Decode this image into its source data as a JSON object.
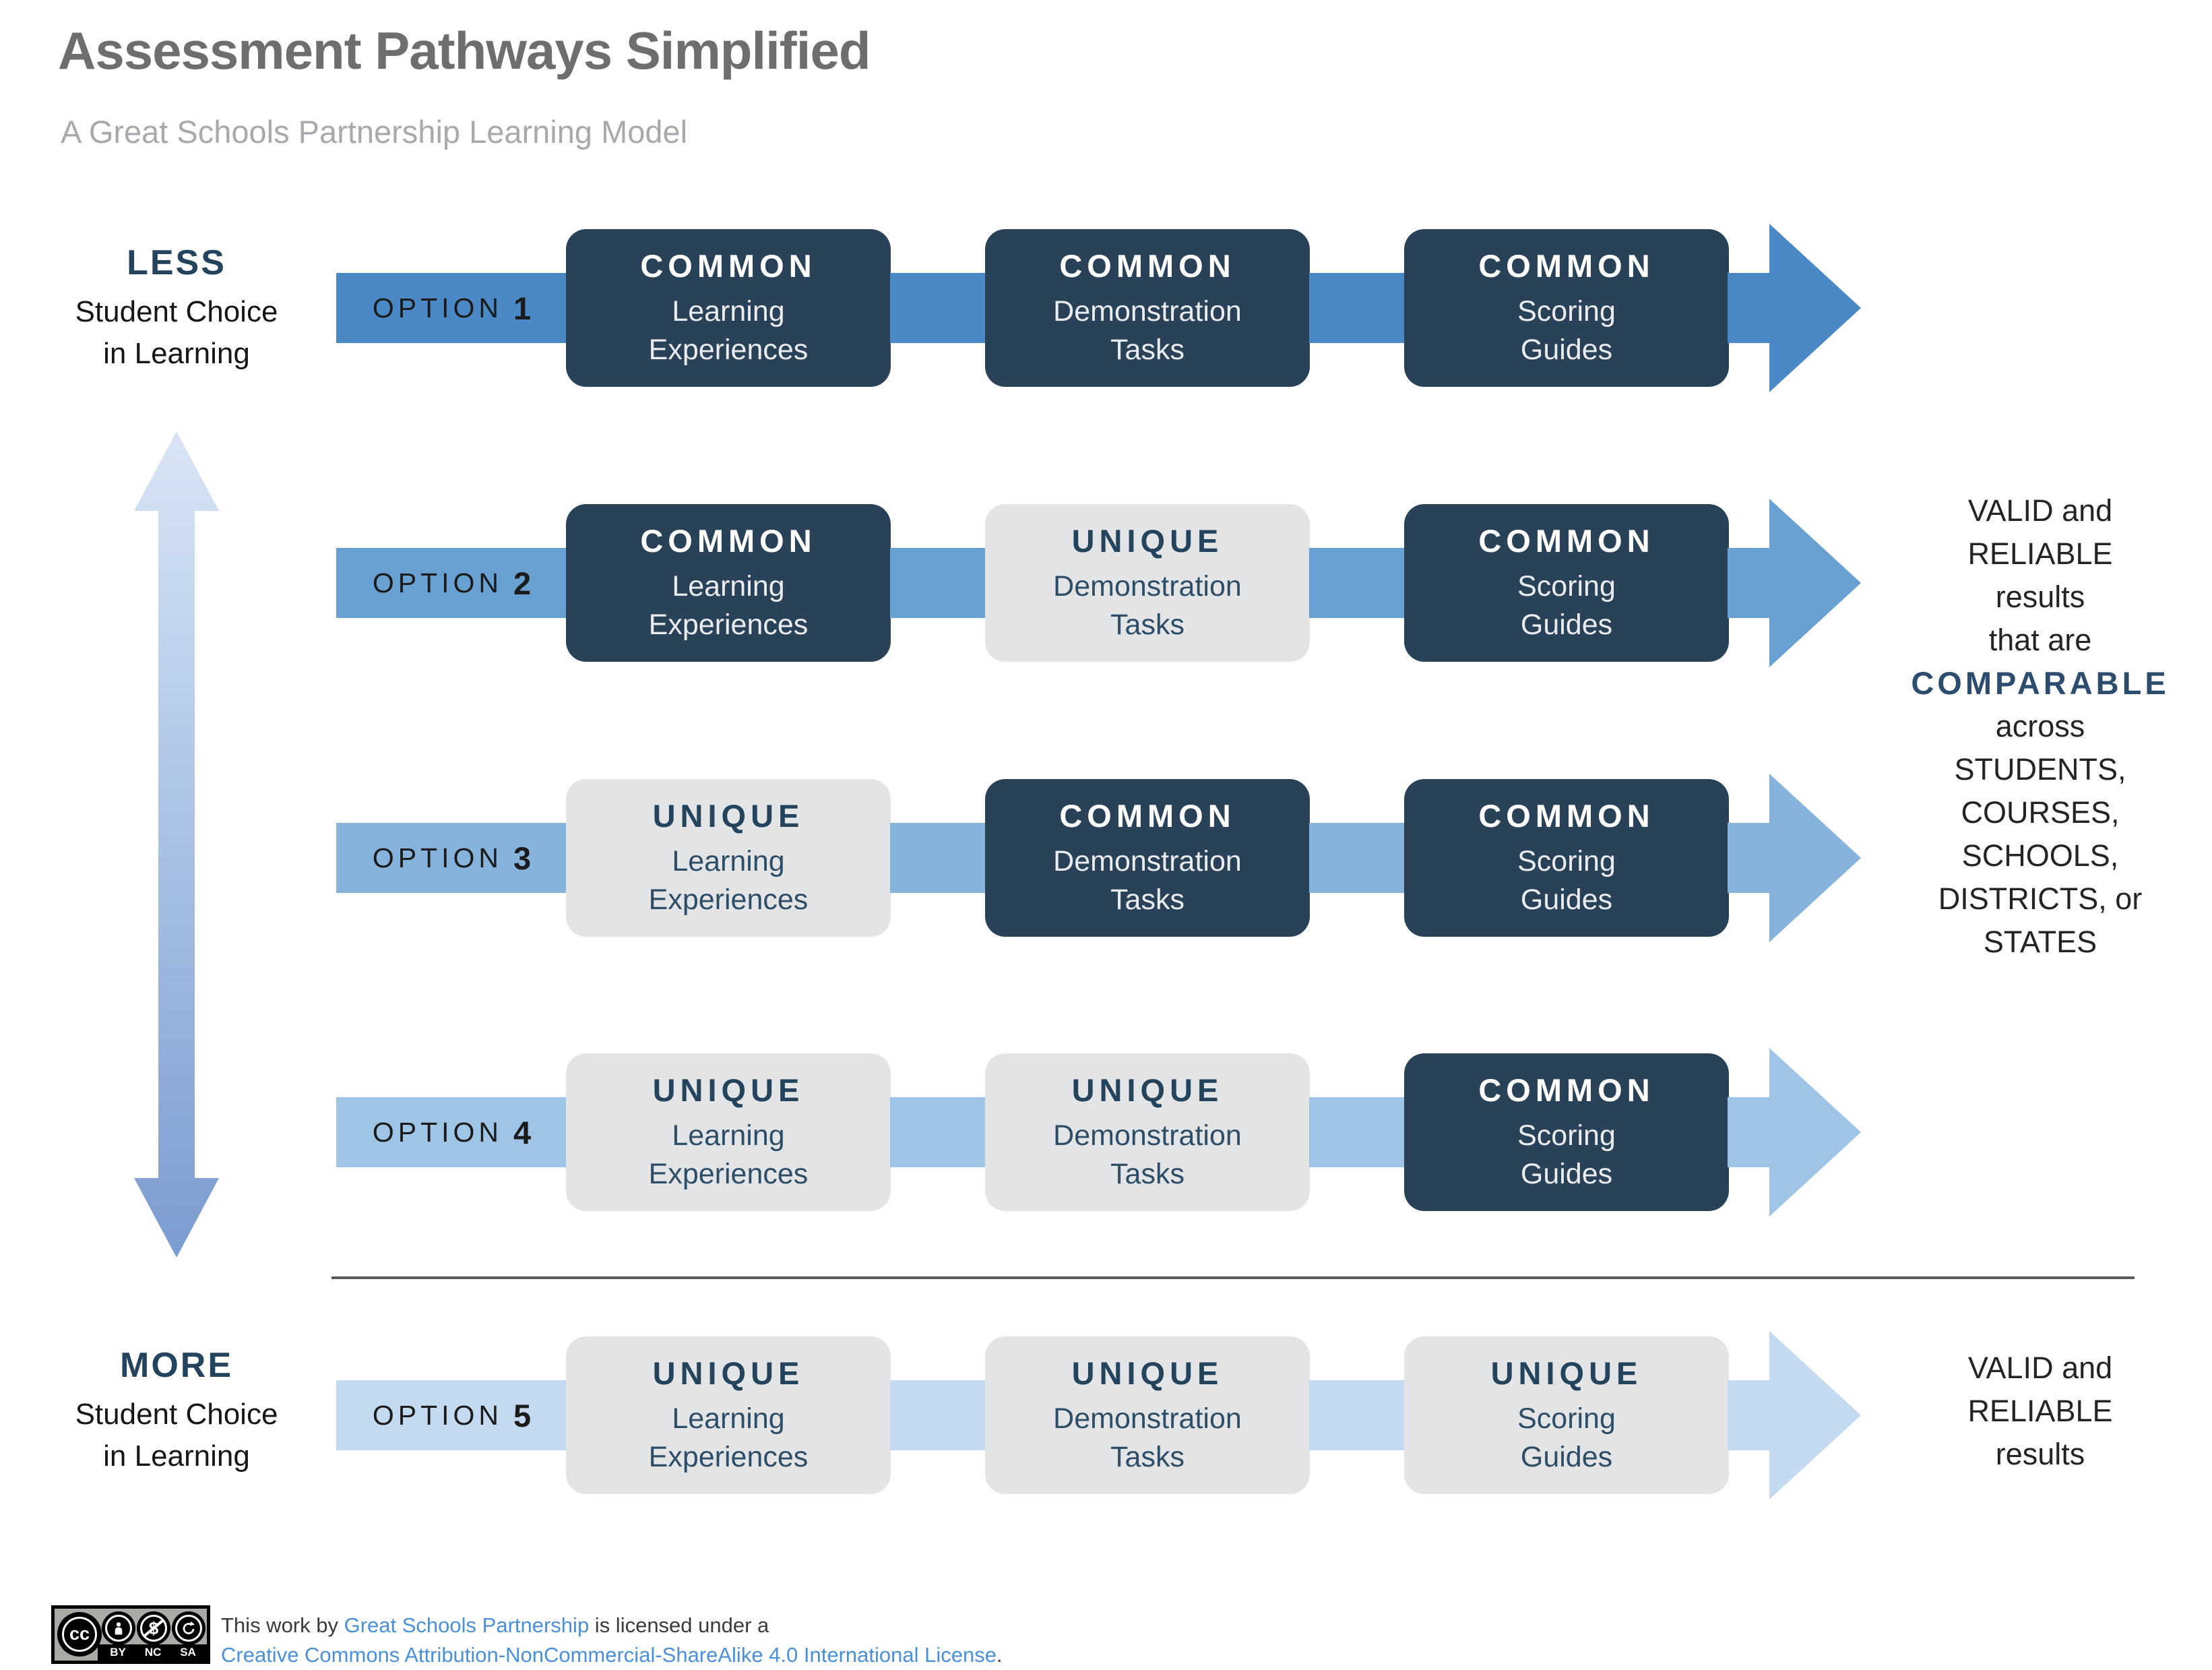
{
  "header": {
    "title": "Assessment Pathways Simplified",
    "subtitle": "A Great Schools Partnership Learning Model"
  },
  "left_axis": {
    "less": {
      "label": "LESS",
      "line1": "Student Choice",
      "line2": "in Learning"
    },
    "more": {
      "label": "MORE",
      "line1": "Student Choice",
      "line2": "in Learning"
    }
  },
  "columns": [
    "Learning Experiences",
    "Demonstration Tasks",
    "Scoring Guides"
  ],
  "rows": [
    {
      "option_label": "OPTION",
      "option_number": "1",
      "accent": "#4b89c6",
      "cells": [
        {
          "badge": "COMMON",
          "variant": "common",
          "line1": "Learning",
          "line2": "Experiences"
        },
        {
          "badge": "COMMON",
          "variant": "common",
          "line1": "Demonstration",
          "line2": "Tasks"
        },
        {
          "badge": "COMMON",
          "variant": "common",
          "line1": "Scoring",
          "line2": "Guides"
        }
      ]
    },
    {
      "option_label": "OPTION",
      "option_number": "2",
      "accent": "#68a0d2",
      "cells": [
        {
          "badge": "COMMON",
          "variant": "common",
          "line1": "Learning",
          "line2": "Experiences"
        },
        {
          "badge": "UNIQUE",
          "variant": "unique",
          "line1": "Demonstration",
          "line2": "Tasks"
        },
        {
          "badge": "COMMON",
          "variant": "common",
          "line1": "Scoring",
          "line2": "Guides"
        }
      ]
    },
    {
      "option_label": "OPTION",
      "option_number": "3",
      "accent": "#86b3db",
      "cells": [
        {
          "badge": "UNIQUE",
          "variant": "unique",
          "line1": "Learning",
          "line2": "Experiences"
        },
        {
          "badge": "COMMON",
          "variant": "common",
          "line1": "Demonstration",
          "line2": "Tasks"
        },
        {
          "badge": "COMMON",
          "variant": "common",
          "line1": "Scoring",
          "line2": "Guides"
        }
      ]
    },
    {
      "option_label": "OPTION",
      "option_number": "4",
      "accent": "#9ec5e5",
      "cells": [
        {
          "badge": "UNIQUE",
          "variant": "unique",
          "line1": "Learning",
          "line2": "Experiences"
        },
        {
          "badge": "UNIQUE",
          "variant": "unique",
          "line1": "Demonstration",
          "line2": "Tasks"
        },
        {
          "badge": "COMMON",
          "variant": "common",
          "line1": "Scoring",
          "line2": "Guides"
        }
      ]
    },
    {
      "option_label": "OPTION",
      "option_number": "5",
      "accent": "#c4daf0",
      "cells": [
        {
          "badge": "UNIQUE",
          "variant": "unique",
          "line1": "Learning",
          "line2": "Experiences"
        },
        {
          "badge": "UNIQUE",
          "variant": "unique",
          "line1": "Demonstration",
          "line2": "Tasks"
        },
        {
          "badge": "UNIQUE",
          "variant": "unique",
          "line1": "Scoring",
          "line2": "Guides"
        }
      ]
    }
  ],
  "right_outcomes": {
    "comparable": {
      "lines": [
        "VALID and",
        "RELIABLE",
        "results",
        "that are",
        "COMPARABLE",
        "across",
        "STUDENTS,",
        "COURSES,",
        "SCHOOLS,",
        "DISTRICTS, or",
        "STATES"
      ],
      "emphasized_word": "COMPARABLE"
    },
    "unique": {
      "lines": [
        "VALID and",
        "RELIABLE",
        "results"
      ]
    }
  },
  "colors": {
    "common_box": "#2a4257",
    "unique_box": "#e3e4e6",
    "row_accents": [
      "#4b89c6",
      "#68a0d2",
      "#86b3db",
      "#9ec5e5",
      "#c4daf0"
    ],
    "comparable_emphasis": "#2c4d6e",
    "link": "#4a90d9",
    "divider": "#58595b"
  },
  "footer": {
    "badge": {
      "cc": "cc",
      "labels": [
        "BY",
        "NC",
        "SA"
      ]
    },
    "line1_prefix": "This work by ",
    "line1_link": "Great Schools Partnership",
    "line1_suffix": " is licensed under a",
    "line2_link": "Creative Commons Attribution-NonCommercial-ShareAlike 4.0 International License",
    "line2_suffix": "."
  }
}
